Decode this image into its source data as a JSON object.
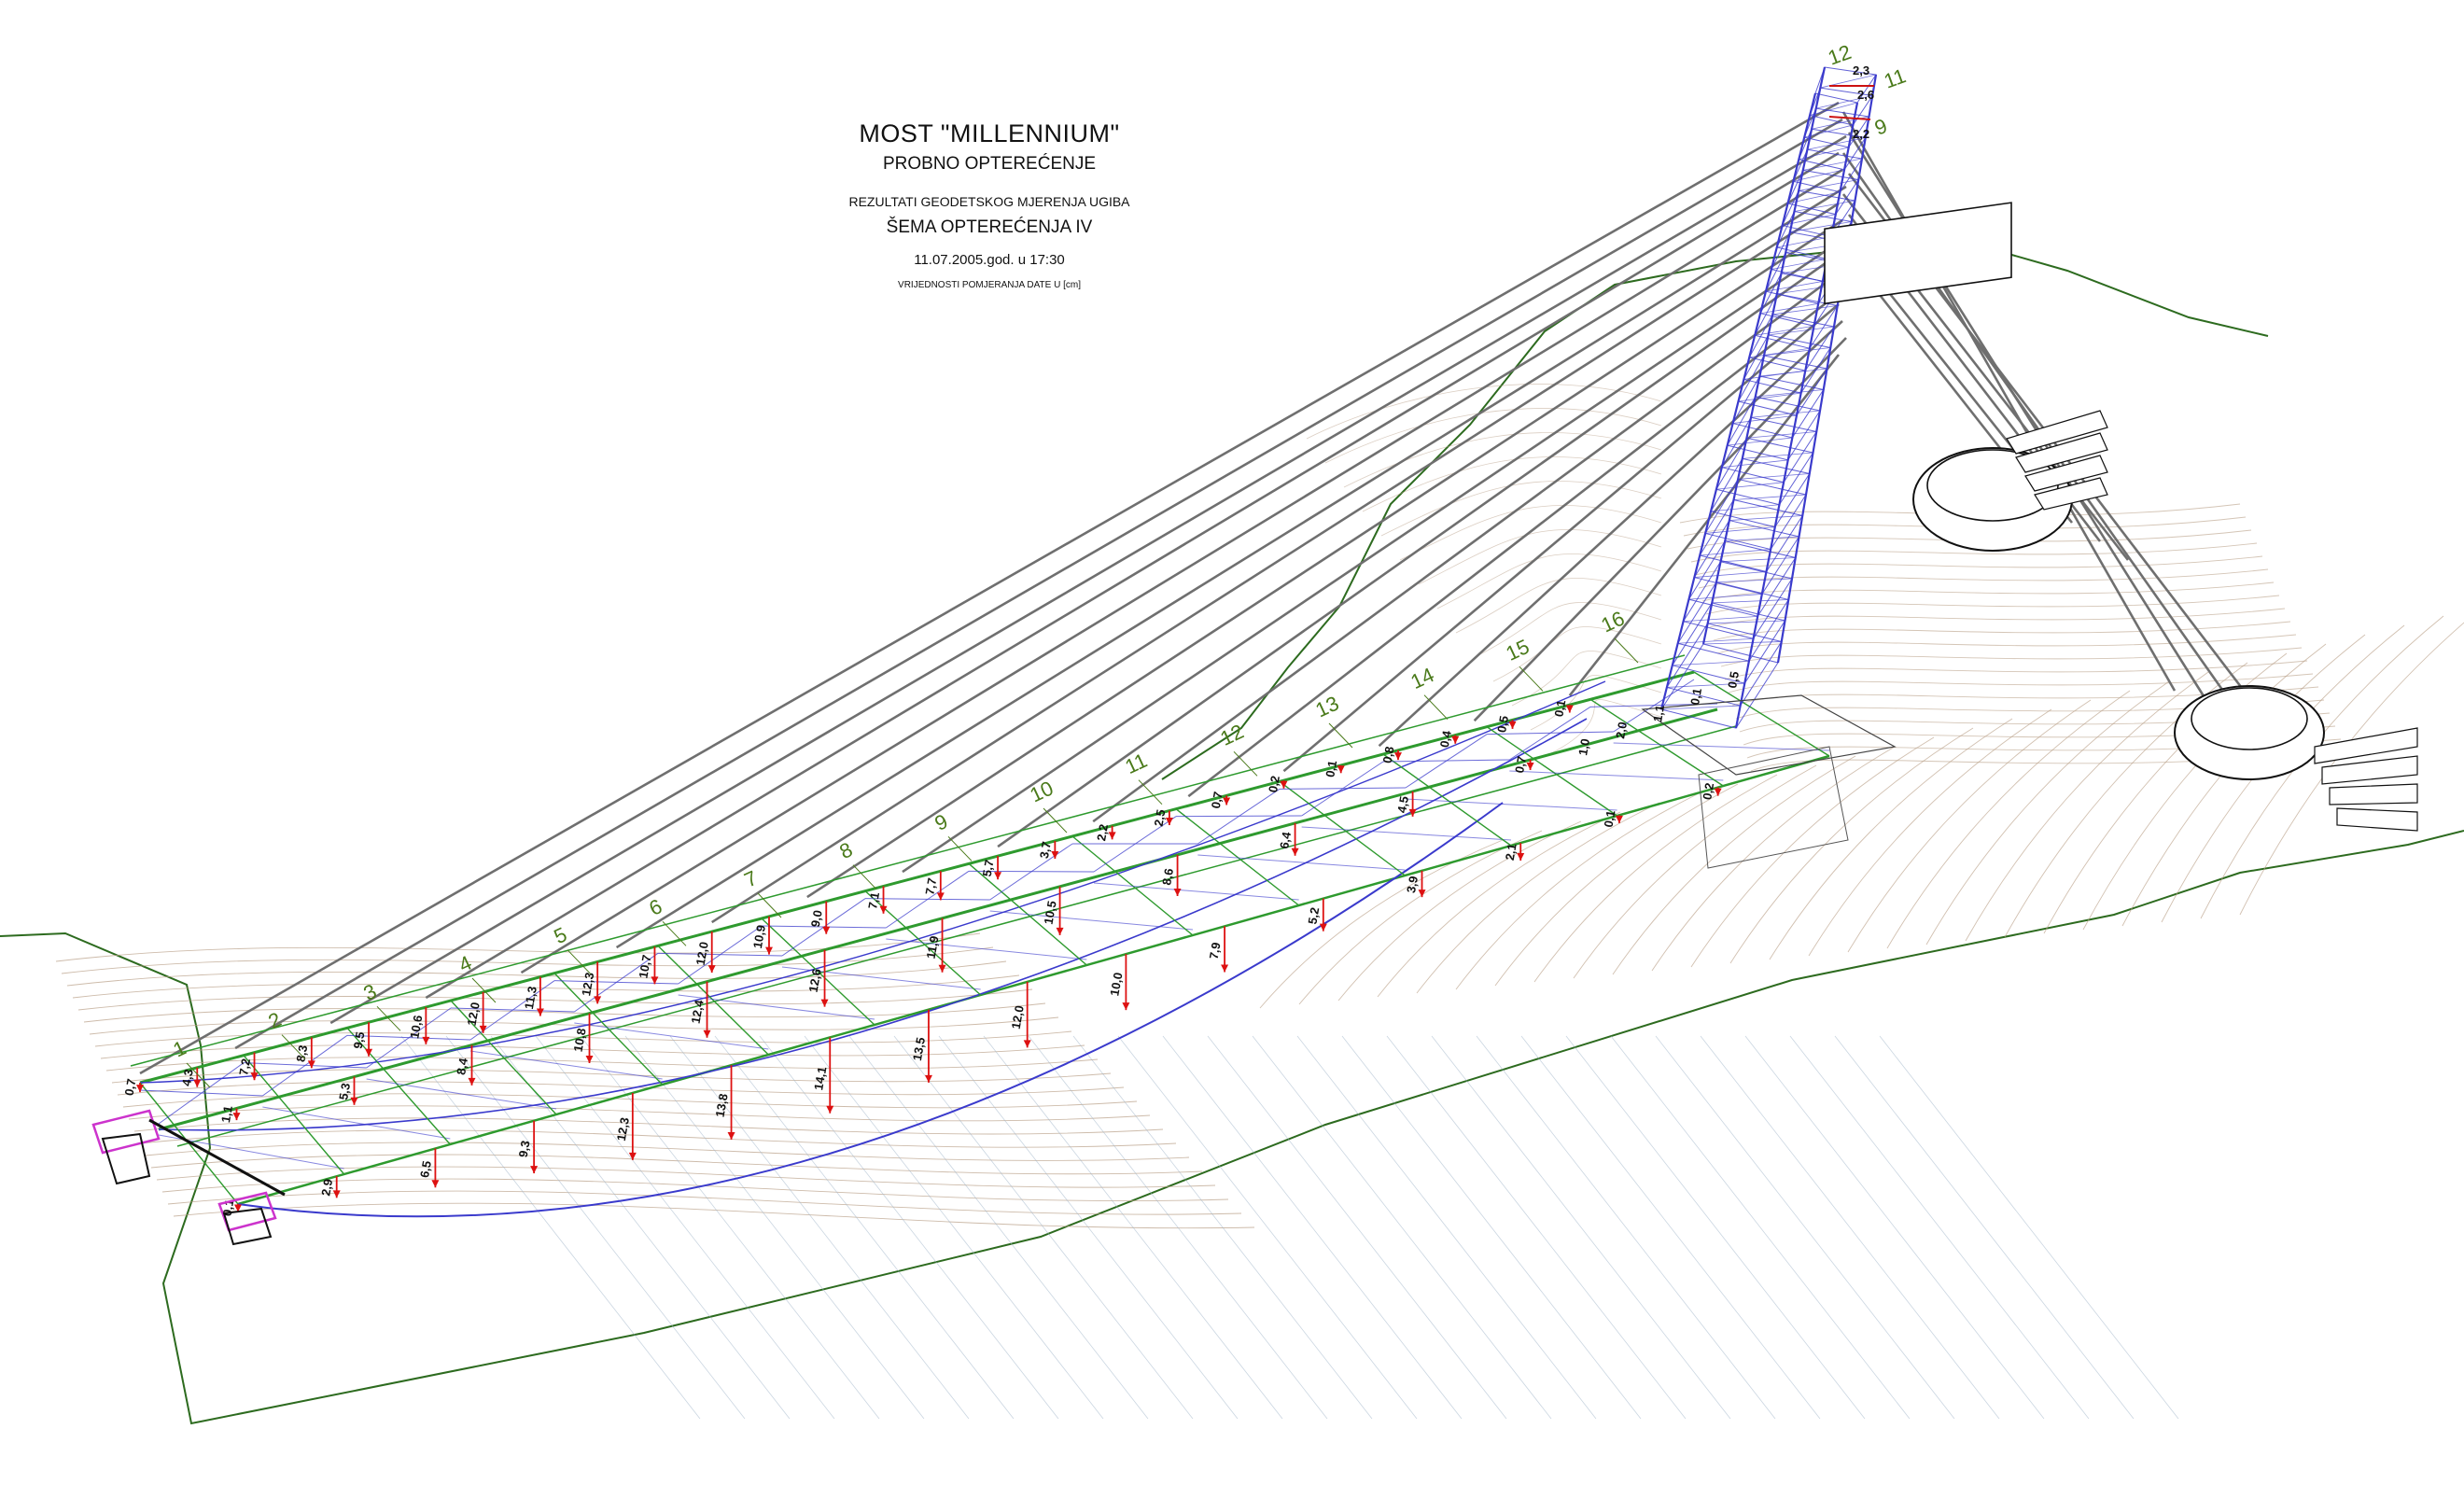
{
  "title": {
    "main": "MOST \"MILLENNIUM\"",
    "subtitle": "PROBNO OPTEREĆENJE",
    "line1": "REZULTATI GEODETSKOG MJERENJA UGIBA",
    "line2": "ŠEMA OPTEREĆENJA IV",
    "line3": "11.07.2005.god. u 17:30",
    "line4": "VRIJEDNOSTI POMJERANJA DATE U  [cm]"
  },
  "colors": {
    "terrain_outline": "#2d6b1f",
    "contour": "#b89e86",
    "cable": "#6f6f6f",
    "structure": "#3a3acc",
    "deck_green": "#2e9a2e",
    "deflection": "#dd1111",
    "pylon_head": "#cc1111",
    "abutment": "#cc33cc",
    "label_green": "#4a7a1a"
  },
  "section_labels": [
    "1",
    "2",
    "3",
    "4",
    "5",
    "6",
    "7",
    "8",
    "9",
    "10",
    "11",
    "12",
    "13",
    "14",
    "15",
    "16"
  ],
  "pylon_labels": [
    "12",
    "11",
    "9"
  ],
  "pylon_top_values": [
    "2,3",
    "2,6",
    "2,2"
  ],
  "downstream_deflections": [
    "0,1",
    "2,9",
    "6,5",
    "9,3",
    "12,3",
    "13,8",
    "14,1",
    "13,5",
    "12,0",
    "10,0",
    "7,9",
    "5,2",
    "3,9",
    "2,1",
    "0,1",
    "0,2"
  ],
  "middle_deflections": [
    "1,1",
    "5,3",
    "8,4",
    "10,8",
    "12,4",
    "12,6",
    "11,9",
    "10,5",
    "8,6",
    "6,4",
    "4,5",
    "0,7"
  ],
  "upstream_deflections": [
    "0,7",
    "4,3",
    "7,2",
    "8,3",
    "9,5",
    "10,6",
    "12,0",
    "11,3",
    "12,3",
    "10,7",
    "12,0",
    "10,9",
    "9,0",
    "7,1",
    "7,7",
    "5,7",
    "3,7",
    "2,2",
    "2,5",
    "0,7",
    "0,2",
    "0,1",
    "0,8",
    "0,4",
    "0,5",
    "0,1"
  ],
  "extra_values": [
    "1,0",
    "2,0",
    "1,1",
    "0,1",
    "0,5"
  ]
}
